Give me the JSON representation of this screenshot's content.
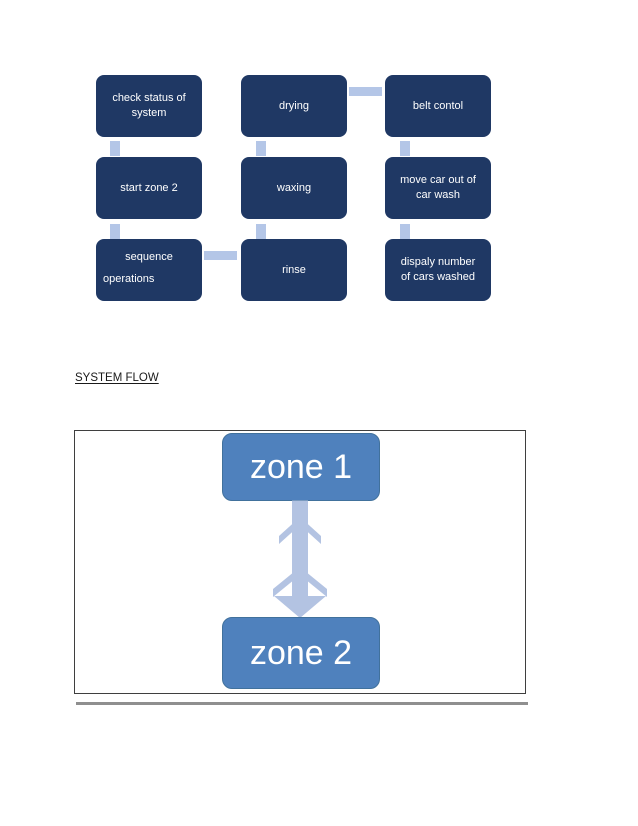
{
  "colors": {
    "page_bg": "#ffffff",
    "process_box": "#1f3864",
    "process_text": "#ffffff",
    "connector": "#b4c6e7",
    "zone_box": "#4f81bd",
    "zone_border": "#41719c",
    "zone_text": "#ffffff",
    "arrow": "#b3c3e2",
    "frame_border": "#3f3f3f",
    "rule": "#8f8f8f",
    "title_text": "#1a1a1a"
  },
  "process_diagram": {
    "boxes": [
      {
        "label": "check status of system"
      },
      {
        "label": "drying"
      },
      {
        "label": "belt contol"
      },
      {
        "label": "start zone 2"
      },
      {
        "label": "waxing"
      },
      {
        "label": "move car out of car wash"
      },
      {
        "line1": "sequence",
        "line2": "operations"
      },
      {
        "label": "rinse"
      },
      {
        "label": "dispaly number of cars washed"
      }
    ]
  },
  "section": {
    "title": "SYSTEM FLOW"
  },
  "system_flow_diagram": {
    "zone1": "zone 1",
    "zone2": "zone 2"
  }
}
